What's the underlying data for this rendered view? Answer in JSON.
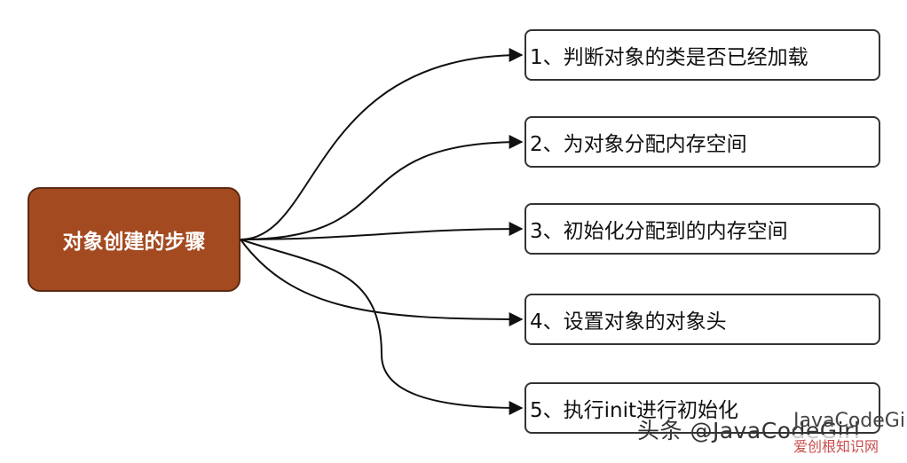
{
  "root": {
    "label": "对象创建的步骤",
    "color": "#a44a21"
  },
  "steps": [
    {
      "label": "1、判断对象的类是否已经加载"
    },
    {
      "label": "2、为对象分配内存空间"
    },
    {
      "label": "3、初始化分配到的内存空间"
    },
    {
      "label": "4、设置对象的对象头"
    },
    {
      "label": "5、执行init进行初始化"
    }
  ],
  "watermark": {
    "text": "头条 @JavaCodeGirl",
    "secondary": "JavaCodeGirl",
    "site": "爱创根知识网"
  }
}
